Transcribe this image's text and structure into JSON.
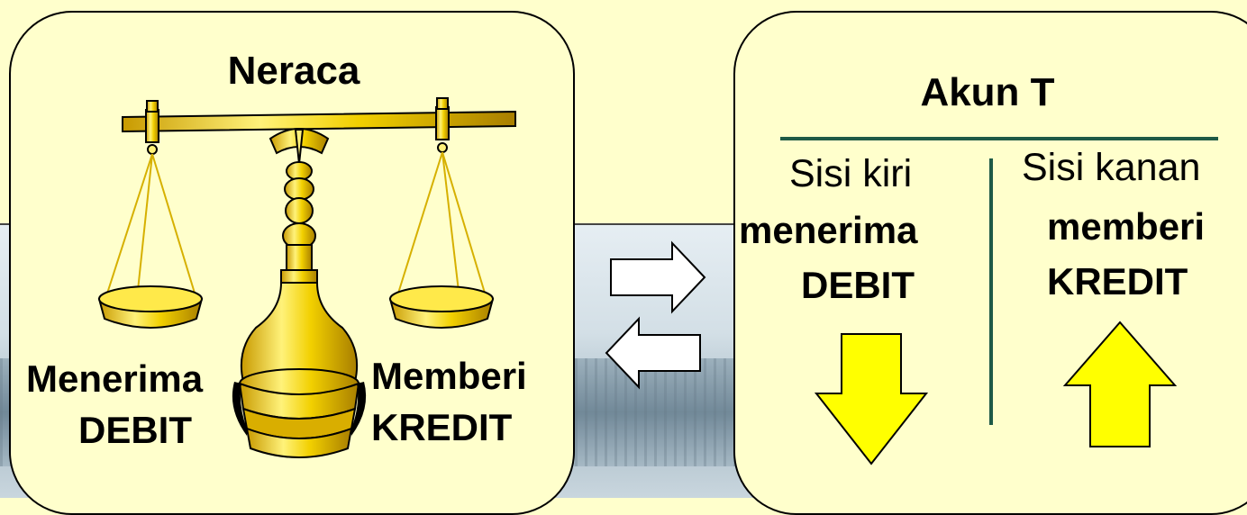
{
  "left_panel": {
    "title": "Neraca",
    "left_label_line1": "Menerima",
    "left_label_line2": "DEBIT",
    "right_label_line1": "Memberi",
    "right_label_line2": "KREDIT"
  },
  "right_panel": {
    "title": "Akun T",
    "left_side": "Sisi kiri",
    "left_action": "menerima",
    "left_type": "DEBIT",
    "right_side": "Sisi kanan",
    "right_action": "memberi",
    "right_type": "KREDIT"
  },
  "colors": {
    "panel_fill": "#ffffcc",
    "gold": "#e8c000",
    "arrow_yellow": "#ffff00",
    "t_account_line": "#1e5a46"
  },
  "icons": [
    "balance-scale-icon",
    "arrow-right-icon",
    "arrow-left-icon",
    "arrow-down-icon",
    "arrow-up-icon"
  ]
}
